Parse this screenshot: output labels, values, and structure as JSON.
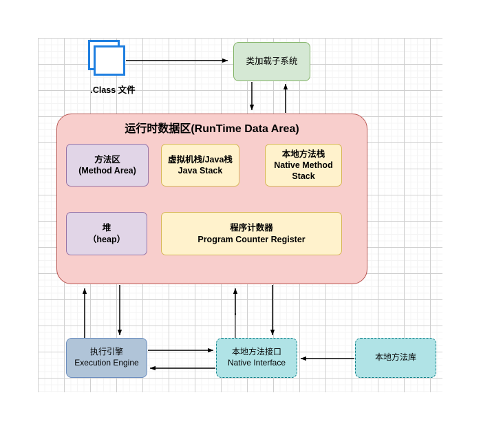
{
  "diagram": {
    "title_node": {
      "label": "运行时数据区(RunTime Data Area)"
    },
    "class_file": {
      "icon": "class-file-icon",
      "label": ".Class 文件"
    },
    "class_loader": {
      "label": "类加载子系统"
    },
    "runtime_data_area": {
      "regions": [
        {
          "name": "method-area",
          "line1": "方法区",
          "line2": "(Method Area)",
          "line3": "",
          "fill": "#e1d5e7",
          "stroke": "#9673a6"
        },
        {
          "name": "java-stack",
          "line1": "虚拟机栈/Java栈",
          "line2": "Java Stack",
          "line3": "",
          "fill": "#fff2cc",
          "stroke": "#d6b656"
        },
        {
          "name": "native-method-stack",
          "line1": "本地方法栈",
          "line2": "Native Method",
          "line3": "Stack",
          "fill": "#fff2cc",
          "stroke": "#d6b656"
        },
        {
          "name": "heap",
          "line1": "堆",
          "line2": "（heap）",
          "line3": "",
          "fill": "#e1d5e7",
          "stroke": "#9673a6"
        },
        {
          "name": "pc-register",
          "line1": "程序计数器",
          "line2": "Program Counter Register",
          "line3": "",
          "fill": "#fff2cc",
          "stroke": "#d6b656"
        }
      ]
    },
    "execution_engine": {
      "line1": "执行引擎",
      "line2": "Execution Engine"
    },
    "native_interface": {
      "line1": "本地方法接口",
      "line2": "Native Interface"
    },
    "native_library": {
      "line1": "本地方法库",
      "line2": ""
    },
    "colors": {
      "runtime_fill": "#f8cecc",
      "runtime_stroke": "#b85450",
      "loader_fill": "#d5e8d4",
      "loader_stroke": "#82b366",
      "engine_fill": "#b0c4d8",
      "engine_stroke": "#6c8ebf",
      "native_fill": "#b0e3e6",
      "native_stroke": "#0e8088",
      "class_icon_stroke": "#1f7fe0",
      "arrow": "#000000",
      "grid_major": "#cfcfcf",
      "grid_minor": "#f4f4f4"
    },
    "edges": [
      {
        "name": "class-file-to-loader",
        "from": "class-file",
        "to": "class-loader",
        "direction": "right"
      },
      {
        "name": "loader-to-runtime",
        "from": "class-loader",
        "to": "runtime-data-area",
        "direction": "down"
      },
      {
        "name": "runtime-to-loader",
        "from": "runtime-data-area",
        "to": "class-loader",
        "direction": "up"
      },
      {
        "name": "runtime-to-execution-engine",
        "from": "runtime-data-area",
        "to": "execution-engine",
        "direction": "down"
      },
      {
        "name": "execution-engine-to-runtime",
        "from": "execution-engine",
        "to": "runtime-data-area",
        "direction": "up"
      },
      {
        "name": "native-interface-to-runtime",
        "from": "native-interface",
        "to": "runtime-data-area",
        "direction": "up"
      },
      {
        "name": "runtime-to-native-interface",
        "from": "runtime-data-area",
        "to": "native-interface",
        "direction": "down"
      },
      {
        "name": "engine-to-native-interface",
        "from": "execution-engine",
        "to": "native-interface",
        "direction": "right"
      },
      {
        "name": "native-interface-to-engine",
        "from": "native-interface",
        "to": "execution-engine",
        "direction": "left"
      },
      {
        "name": "native-library-to-interface",
        "from": "native-library",
        "to": "native-interface",
        "direction": "left"
      }
    ]
  }
}
